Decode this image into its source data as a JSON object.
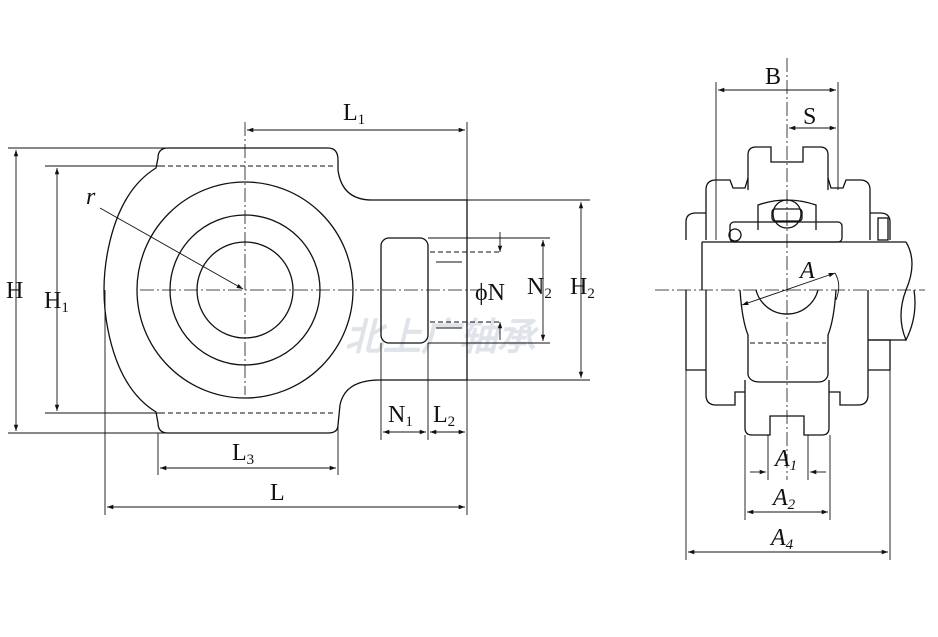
{
  "watermark": "北上广轴承",
  "front_view": {
    "labels": {
      "L1": "L",
      "L1_sub": "1",
      "r": "r",
      "H": "H",
      "H1": "H",
      "H1_sub": "1",
      "H2": "H",
      "H2_sub": "2",
      "N2": "N",
      "N2_sub": "2",
      "phiN": "ϕN",
      "N1": "N",
      "N1_sub": "1",
      "L2": "L",
      "L2_sub": "2",
      "L3": "L",
      "L3_sub": "3",
      "L": "L"
    }
  },
  "side_view": {
    "labels": {
      "B": "B",
      "S": "S",
      "A": "A",
      "A1": "A",
      "A1_sub": "1",
      "A2": "A",
      "A2_sub": "2",
      "A4": "A",
      "A4_sub": "4"
    }
  }
}
